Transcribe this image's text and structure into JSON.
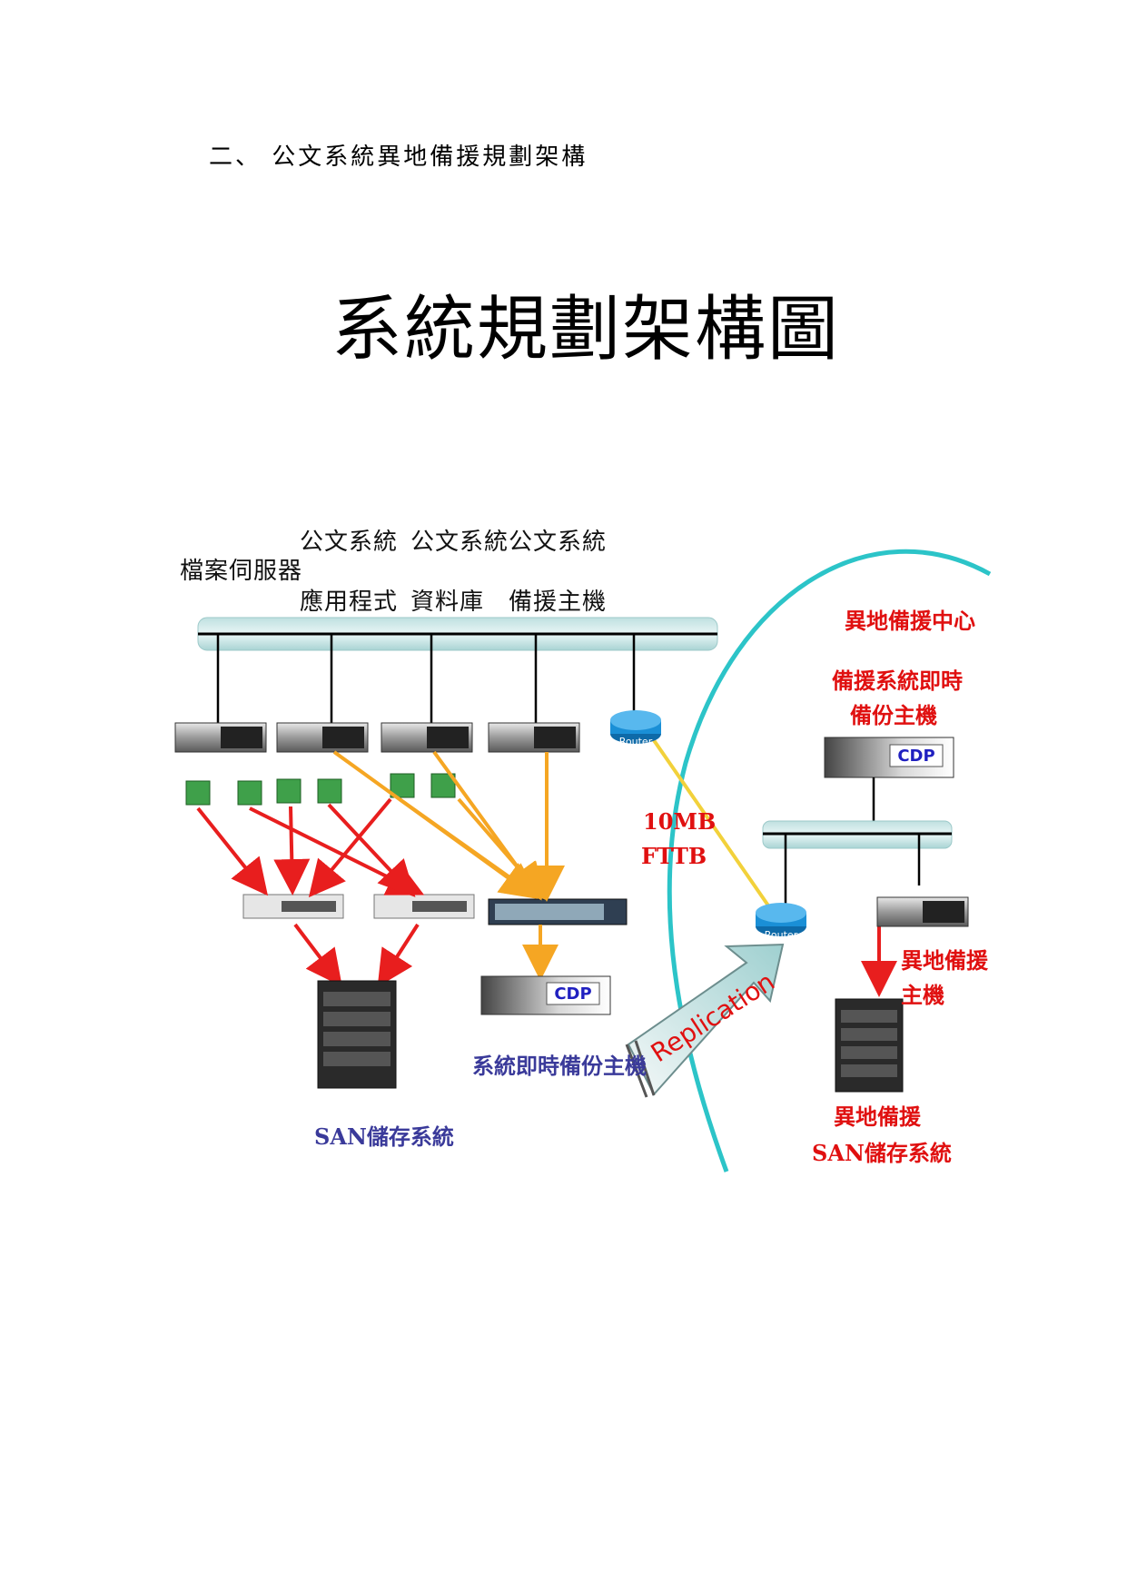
{
  "section_heading": "二、 公文系統異地備援規劃架構",
  "diagram_title": "系統規劃架構圖",
  "labels": {
    "file_server": "檔案伺服器",
    "app_line1": "公文系統",
    "app_line2": "應用程式",
    "db_line1": "公文系統",
    "db_line2": "資料庫",
    "backup_line1": "公文系統",
    "backup_line2": "備援主機",
    "remote_center": "異地備援中心",
    "remote_cdp_line1": "備援系統即時",
    "remote_cdp_line2": "備份主機",
    "link_speed": "10MB",
    "link_type": "FTTB",
    "remote_host_line1": "異地備援",
    "remote_host_line2": "主機",
    "cdp_host": "系統即時備份主機",
    "san_storage": "SAN儲存系統",
    "remote_san_line1": "異地備援",
    "remote_san_line2": "SAN儲存系統",
    "replication": "Replication",
    "router": "Router",
    "cdp_tag": "CDP"
  },
  "colors": {
    "bus_fill": "#cfe6e6",
    "arc": "#2cc4c8",
    "red_arrow": "#e81e1e",
    "orange_arrow": "#f5a623",
    "yellow_link": "#f2d13b",
    "router": "#1a8fd6",
    "cdp_text": "#2020c0"
  }
}
